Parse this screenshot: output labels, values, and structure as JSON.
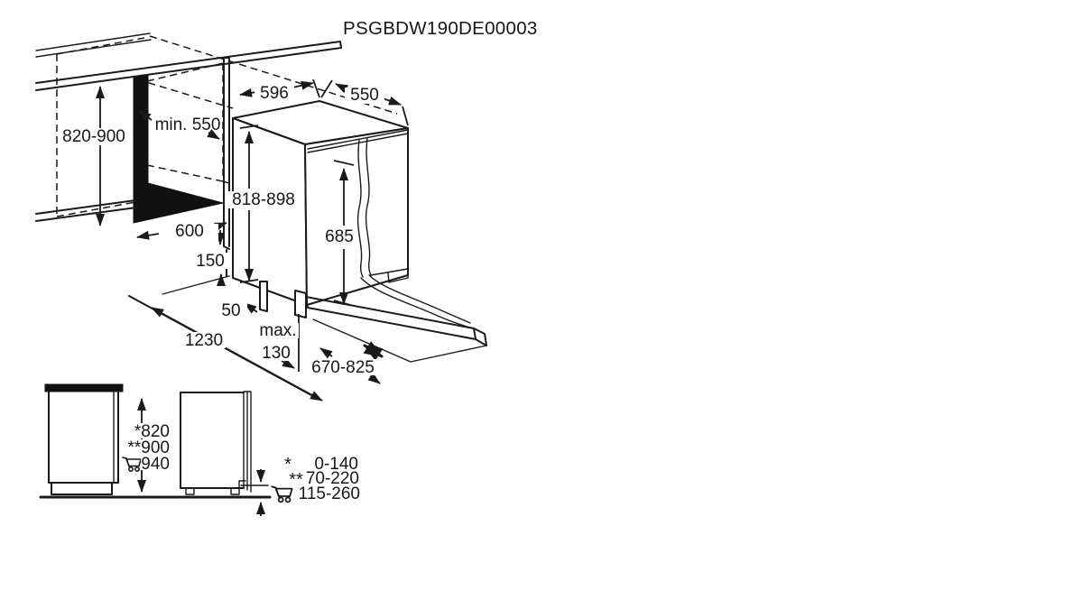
{
  "title": "PSGBDW190DE00003",
  "colors": {
    "line": "#1a1a1a",
    "shadow_fill": "#111111",
    "background": "#ffffff"
  },
  "installation_view": {
    "niche": {
      "height": "820-900",
      "depth_min": "min. 550",
      "width": "600"
    },
    "appliance": {
      "width": "596",
      "depth": "550",
      "height": "818-898",
      "door_panel_height": "685"
    },
    "plinth": {
      "height": "150",
      "inset": "50",
      "recess_label": "max.",
      "recess_value": "130",
      "door_slide_range": "670-825"
    },
    "clearance": {
      "open_door_depth": "1230"
    }
  },
  "side_views": {
    "heights": {
      "h1": "*820",
      "h2": "**900",
      "h3": "940"
    },
    "feet_legend": {
      "row1": {
        "symbol": "*",
        "value": "0-140"
      },
      "row2": {
        "symbol": "**",
        "value": "70-220"
      },
      "row3": {
        "symbol": "shopping-cart-icon",
        "value": "115-260"
      }
    }
  }
}
